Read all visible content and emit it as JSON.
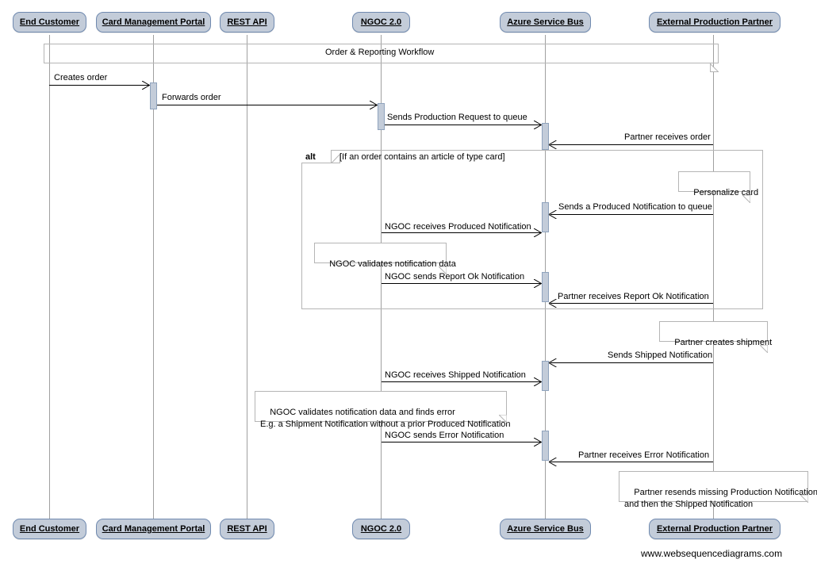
{
  "diagram": {
    "title": "Order & Reporting Workflow",
    "footer": "www.websequencediagrams.com",
    "colors": {
      "actor_fill": "#c3ccd9",
      "actor_border": "#708ab0",
      "lifeline": "#a0a0a0",
      "frame_border": "#b5b5b5",
      "line": "#000000"
    }
  },
  "actors": [
    {
      "id": "end-customer",
      "label": "End Customer"
    },
    {
      "id": "card-management-portal",
      "label": "Card Management Portal"
    },
    {
      "id": "rest-api",
      "label": "REST API"
    },
    {
      "id": "ngoc",
      "label": "NGOC 2.0"
    },
    {
      "id": "azure-service-bus",
      "label": "Azure Service Bus"
    },
    {
      "id": "external-production-partner",
      "label": "External Production Partner"
    }
  ],
  "fragments": [
    {
      "id": "workflow-frame",
      "operator": "",
      "condition": "",
      "header_text": "Order & Reporting Workflow"
    },
    {
      "id": "alt-frame",
      "operator": "alt",
      "condition": "[If an order contains an article of type card]",
      "header_text": ""
    }
  ],
  "messages": [
    {
      "id": "creates-order",
      "label": "Creates order",
      "from": "end-customer",
      "to": "card-management-portal",
      "direction": "right"
    },
    {
      "id": "forwards-order",
      "label": "Forwards order",
      "from": "card-management-portal",
      "to": "ngoc",
      "direction": "right"
    },
    {
      "id": "sends-production-request-to-queue",
      "label": "Sends Production Request to queue",
      "from": "ngoc",
      "to": "azure-service-bus",
      "direction": "right"
    },
    {
      "id": "partner-receives-order",
      "label": "Partner receives order",
      "from": "external-production-partner",
      "to": "azure-service-bus",
      "direction": "left"
    },
    {
      "id": "sends-a-produced-notification-to-queue",
      "label": "Sends a Produced Notification to queue",
      "from": "external-production-partner",
      "to": "azure-service-bus",
      "direction": "left"
    },
    {
      "id": "ngoc-receives-produced-notification",
      "label": "NGOC receives Produced Notification",
      "from": "ngoc",
      "to": "azure-service-bus",
      "direction": "right"
    },
    {
      "id": "ngoc-sends-report-ok-notification",
      "label": "NGOC sends Report Ok Notification",
      "from": "ngoc",
      "to": "azure-service-bus",
      "direction": "right"
    },
    {
      "id": "partner-receives-report-ok-notification",
      "label": "Partner receives Report Ok Notification",
      "from": "external-production-partner",
      "to": "azure-service-bus",
      "direction": "left"
    },
    {
      "id": "sends-shipped-notification",
      "label": "Sends Shipped Notification",
      "from": "external-production-partner",
      "to": "azure-service-bus",
      "direction": "left"
    },
    {
      "id": "ngoc-receives-shipped-notification",
      "label": "NGOC receives Shipped Notification",
      "from": "ngoc",
      "to": "azure-service-bus",
      "direction": "right"
    },
    {
      "id": "ngoc-sends-error-notification",
      "label": "NGOC sends Error Notification",
      "from": "ngoc",
      "to": "azure-service-bus",
      "direction": "right"
    },
    {
      "id": "partner-receives-error-notification",
      "label": "Partner receives Error Notification",
      "from": "external-production-partner",
      "to": "azure-service-bus",
      "direction": "left"
    }
  ],
  "notes": [
    {
      "id": "note-personalize-card",
      "text": "Personalize card",
      "actor": "external-production-partner"
    },
    {
      "id": "note-ngoc-validates-notification-data",
      "text": "NGOC validates notification data",
      "actor": "ngoc"
    },
    {
      "id": "note-partner-creates-shipment",
      "text": "Partner creates shipment",
      "actor": "external-production-partner"
    },
    {
      "id": "note-ngoc-validates-and-finds-error",
      "text": "NGOC validates notification data and finds error\nE.g. a Shipment Notification without a prior Produced Notification",
      "actor": "ngoc"
    },
    {
      "id": "note-partner-resends",
      "text": "Partner resends missing Production Notification\nand then the Shipped Notification",
      "actor": "external-production-partner"
    }
  ]
}
